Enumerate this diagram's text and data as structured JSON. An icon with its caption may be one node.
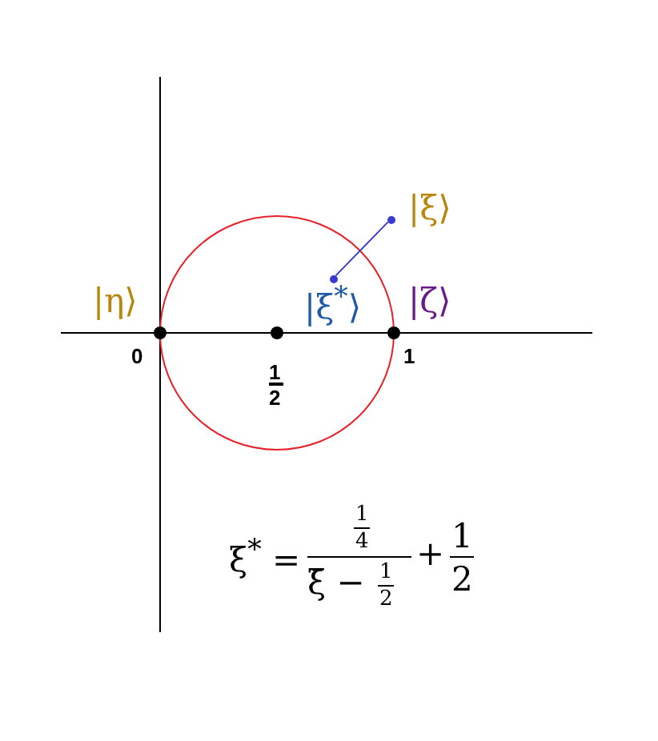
{
  "diagram": {
    "nodes": [
      {
        "text": [],
        "shape": "circle",
        "beside": [
          "|ξ⟩"
        ]
      },
      {
        "text": [],
        "shape": "circle",
        "beside": [
          "|ξ$^{*}$⟩"
        ]
      }
    ],
    "edges": [
      {
        "from": 0,
        "to": 1,
        "arrow": "none"
      }
    ],
    "labels": [
      "|η⟩",
      "|ζ⟩",
      "0",
      "1",
      "2",
      "1",
      "ξ$^{*}$ =",
      "1",
      "4",
      "ξ̄ −",
      "1",
      "2",
      "+",
      "1",
      "2"
    ]
  }
}
